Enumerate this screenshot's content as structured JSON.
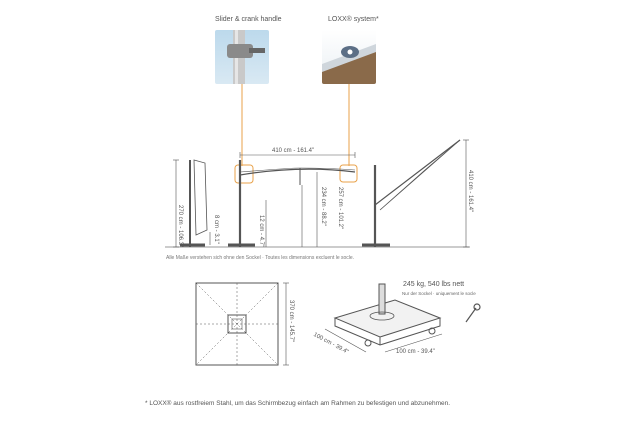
{
  "callouts": {
    "slider_label": "Slider & crank handle",
    "loxx_label": "LOXX® system*"
  },
  "side_view": {
    "width_dim": "410 cm - 161.4\"",
    "height_left": "270 cm - 106.3\"",
    "clearance": "8 cm - 3.1\"",
    "pole_height": "12 cm - 4.7\"",
    "canopy_a": "234 cm - 88.2\"",
    "canopy_b": "257 cm - 101.2\"",
    "tilt_height": "410 cm - 161.4\""
  },
  "base_note": "Alle Maße verstehen sich ohne den Sockel · Toutes les dimensions excluent le socle.",
  "top_view": {
    "size": "370 cm - 145.7\""
  },
  "base_view": {
    "weight": "245 kg, 540 lbs nett",
    "weight_note": "Nur der Sockel · uniquement le socle",
    "depth": "100 cm - 39.4\"",
    "width": "100 cm - 39.4\""
  },
  "footnote": "* LOXX® aus rostfreiem Stahl, um das Schirmbezug einfach am Rahmen zu befestigen und abzunehmen.",
  "colors": {
    "accent": "#e8a24a",
    "line": "#555555",
    "sky": "#bcd9ec"
  }
}
